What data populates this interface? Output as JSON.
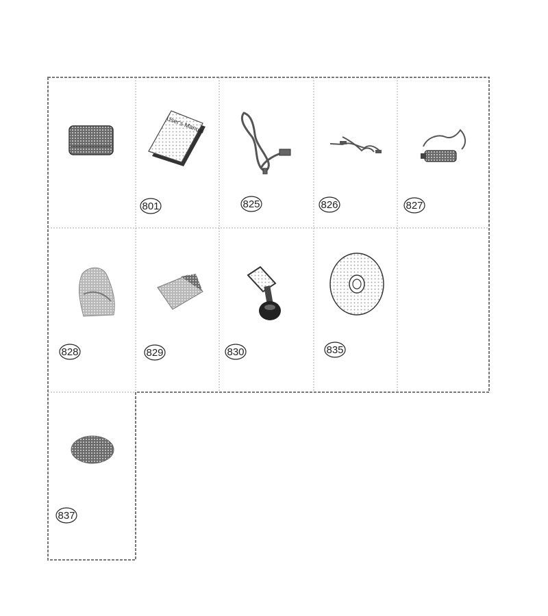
{
  "figure": {
    "cells": [
      {
        "item": "device-box",
        "label": ""
      },
      {
        "item": "users-manual",
        "label": "801",
        "manual_title": "User's Manual"
      },
      {
        "item": "usb-cable",
        "label": "825"
      },
      {
        "item": "thin-cable",
        "label": "826"
      },
      {
        "item": "charger-cable",
        "label": "827"
      },
      {
        "item": "cloth-pouch",
        "label": "828"
      },
      {
        "item": "wipe-cloth",
        "label": "829"
      },
      {
        "item": "suction-mount",
        "label": "830"
      },
      {
        "item": "cd-disc",
        "label": "835"
      },
      {
        "item": "empty",
        "label": ""
      },
      {
        "item": "oval-pad",
        "label": "837"
      }
    ]
  }
}
